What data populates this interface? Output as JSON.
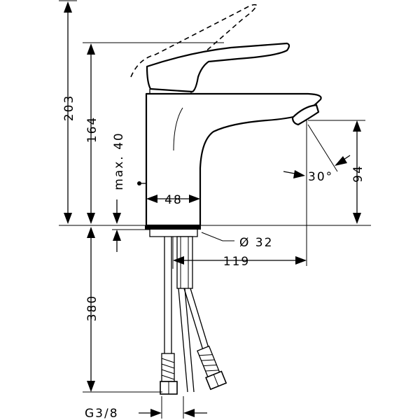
{
  "dimensions": {
    "overall_height": "203",
    "spout_height": "164",
    "max_thickness": "max. 40",
    "body_width": "48",
    "spout_angle": "30°",
    "outlet_height": "94",
    "hole_diameter": "Ø 32",
    "projection": "119",
    "hose_length": "380",
    "connection_thread": "G3/8"
  }
}
